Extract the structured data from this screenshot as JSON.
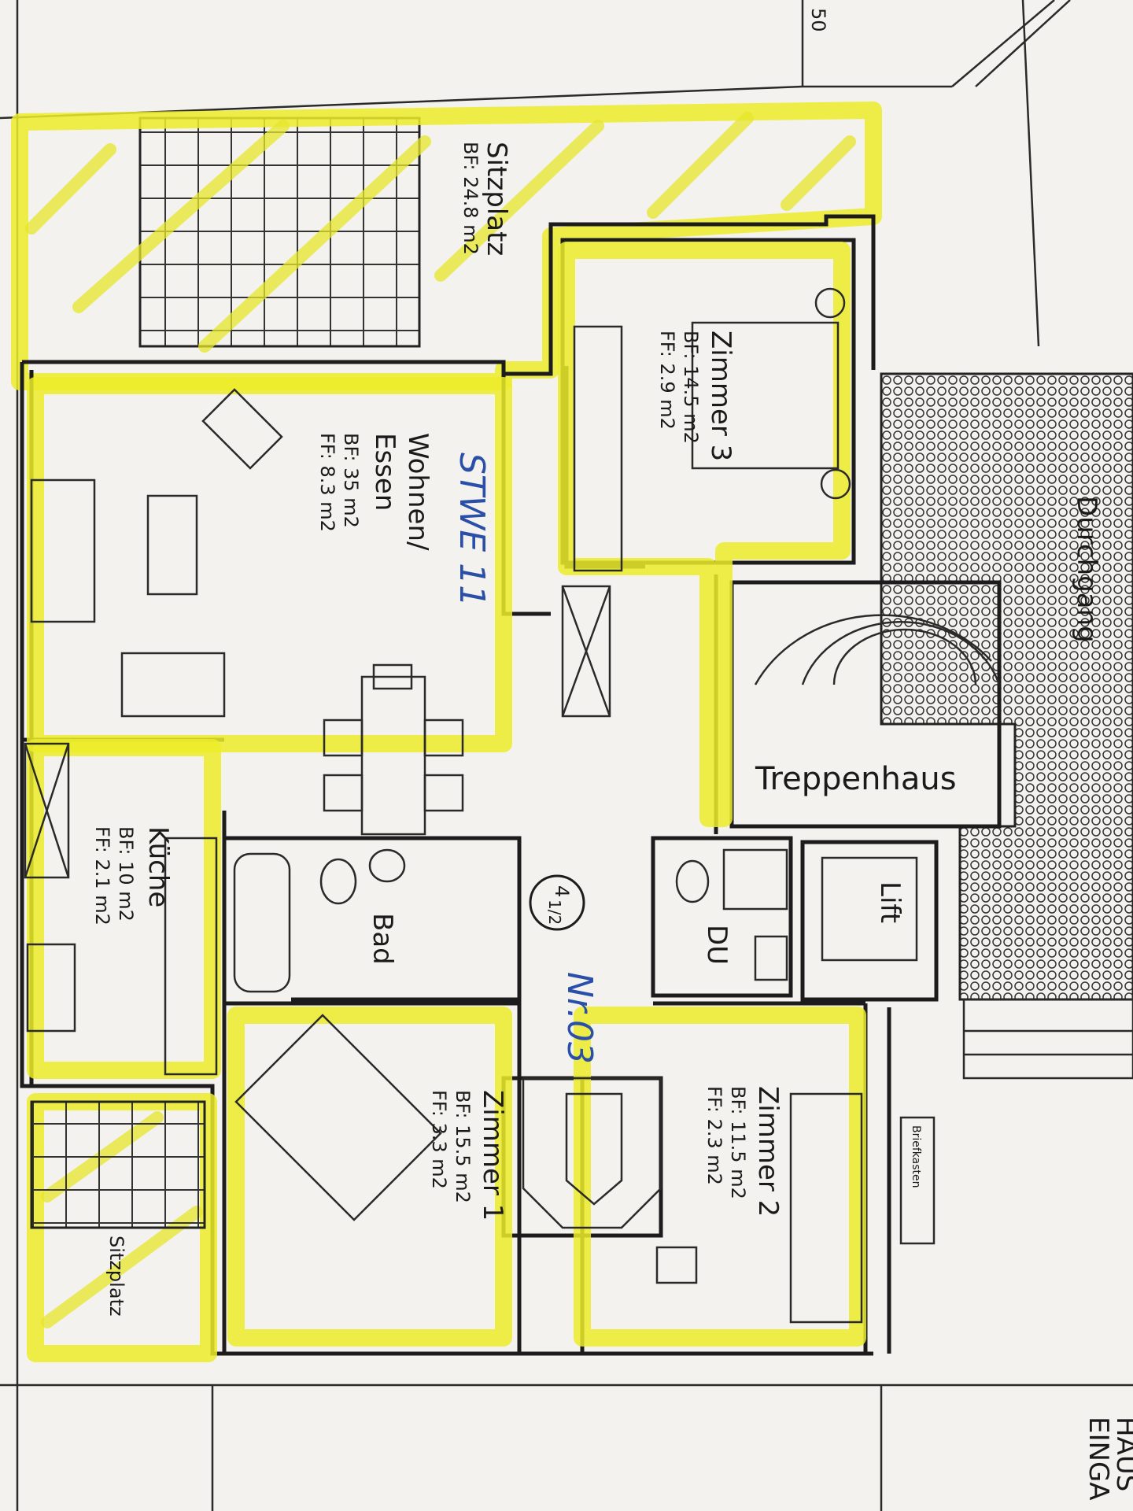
{
  "rooms": {
    "sitzplatz_top": {
      "name": "Sitzplatz",
      "bf": "BF: 24.8 m2"
    },
    "zimmer3": {
      "name": "Zimmer 3",
      "bf": "BF: 14.5 m2",
      "ff": "FF: 2.9 m2"
    },
    "wohnen": {
      "name1": "Wohnen/",
      "name2": "Essen",
      "bf": "BF: 35 m2",
      "ff": "FF: 8.3 m2"
    },
    "kueche": {
      "name": "Küche",
      "bf": "BF: 10 m2",
      "ff": "FF: 2.1 m2"
    },
    "bad": {
      "name": "Bad"
    },
    "du": {
      "name": "DU"
    },
    "treppenhaus": {
      "name": "Treppenhaus"
    },
    "lift": {
      "name": "Lift"
    },
    "durchgang": {
      "name": "Durchgang"
    },
    "zimmer1": {
      "name": "Zimmer 1",
      "bf": "BF: 15.5 m2",
      "ff": "FF: 3.3 m2"
    },
    "zimmer2": {
      "name": "Zimmer 2",
      "bf": "BF: 11.5 m2",
      "ff": "FF: 2.3 m2"
    },
    "sitzplatz_bottom": {
      "name": "Sitzplatz"
    },
    "briefkasten": {
      "name": "Briefkasten"
    },
    "eingang": {
      "line1": "EINGA",
      "line2": "HAUS"
    }
  },
  "apartment_size": {
    "whole": "4",
    "fraction": "1/2"
  },
  "dimension": "50",
  "handwritten": {
    "floor": "STWE 11",
    "number": "Nr.03"
  },
  "colors": {
    "highlight": "#ecec2a",
    "ink": "#1c1c1c",
    "pen": "#2a4fa8",
    "paper": "#f3f2ee"
  }
}
